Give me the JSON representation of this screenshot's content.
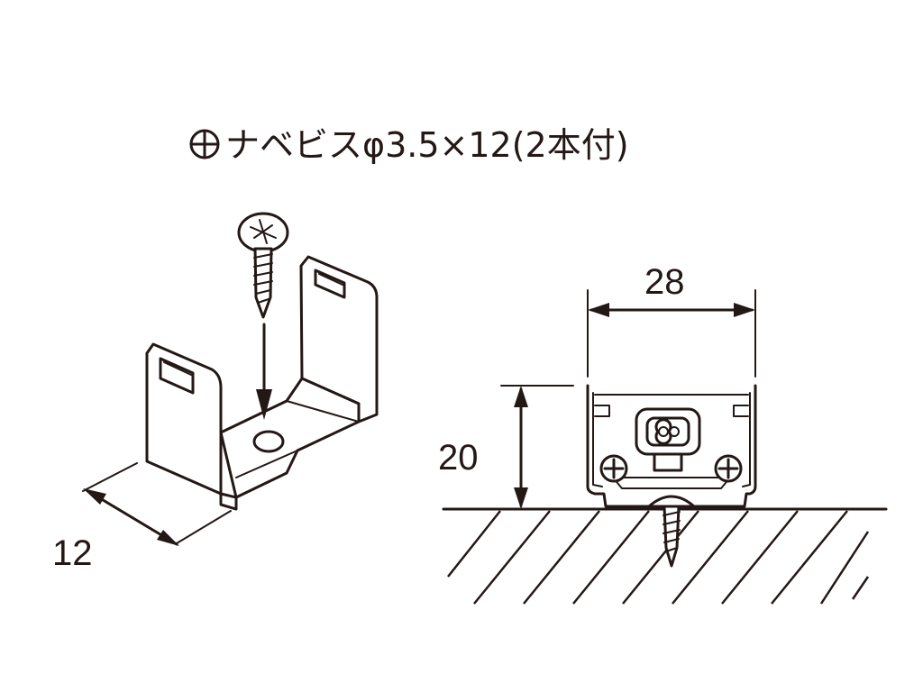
{
  "title": {
    "symbol": "⊕",
    "text": "ナベビスφ3.5×12(2本付)"
  },
  "dimensions": {
    "depth": "12",
    "width": "28",
    "height": "20"
  }
}
